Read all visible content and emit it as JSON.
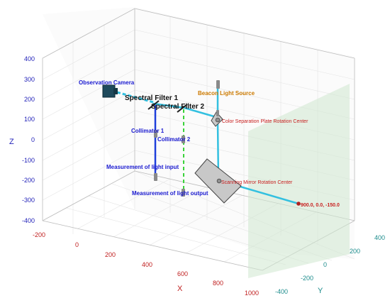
{
  "axes": {
    "x_label": "X",
    "y_label": "Y",
    "z_label": "Z",
    "x_ticks": [
      "-200",
      "0",
      "200",
      "400",
      "600",
      "800",
      "1000"
    ],
    "y_ticks": [
      "-400",
      "-200",
      "0",
      "200",
      "400"
    ],
    "z_ticks": [
      "400",
      "300",
      "200",
      "100",
      "0",
      "-100",
      "-200",
      "-300",
      "-400"
    ],
    "x_range": [
      -200,
      1000
    ],
    "y_range": [
      -400,
      400
    ],
    "z_range": [
      -400,
      400
    ],
    "grid": true
  },
  "components": {
    "observation_camera": "Observation Camera",
    "spectral_filter_1": "Spectral Filter 1",
    "spectral_filter_2": "Spectral Filter 2",
    "beacon_light_source": "Beacon Light Source",
    "color_separation_center": "Color Separation Plate Rotation Center",
    "collimator_1": "Collimator 1",
    "collimator_2": "Collimator 2",
    "measurement_input": "Measurement of light input",
    "measurement_output": "Measurement of light output",
    "scanning_mirror_center": "Scanning Mirror Rotation Center",
    "endpoint_readout": "900.0, 0.0, -150.0"
  },
  "colors": {
    "beam_cyan": "#33c0e0",
    "beam_blue": "#1f3fdc",
    "beam_dashed_green": "#3ad33a",
    "target_plane": "#cfe8cf",
    "label_blue": "#1a1ad0",
    "label_orange": "#cc7a00",
    "label_red": "#c81e1e"
  }
}
